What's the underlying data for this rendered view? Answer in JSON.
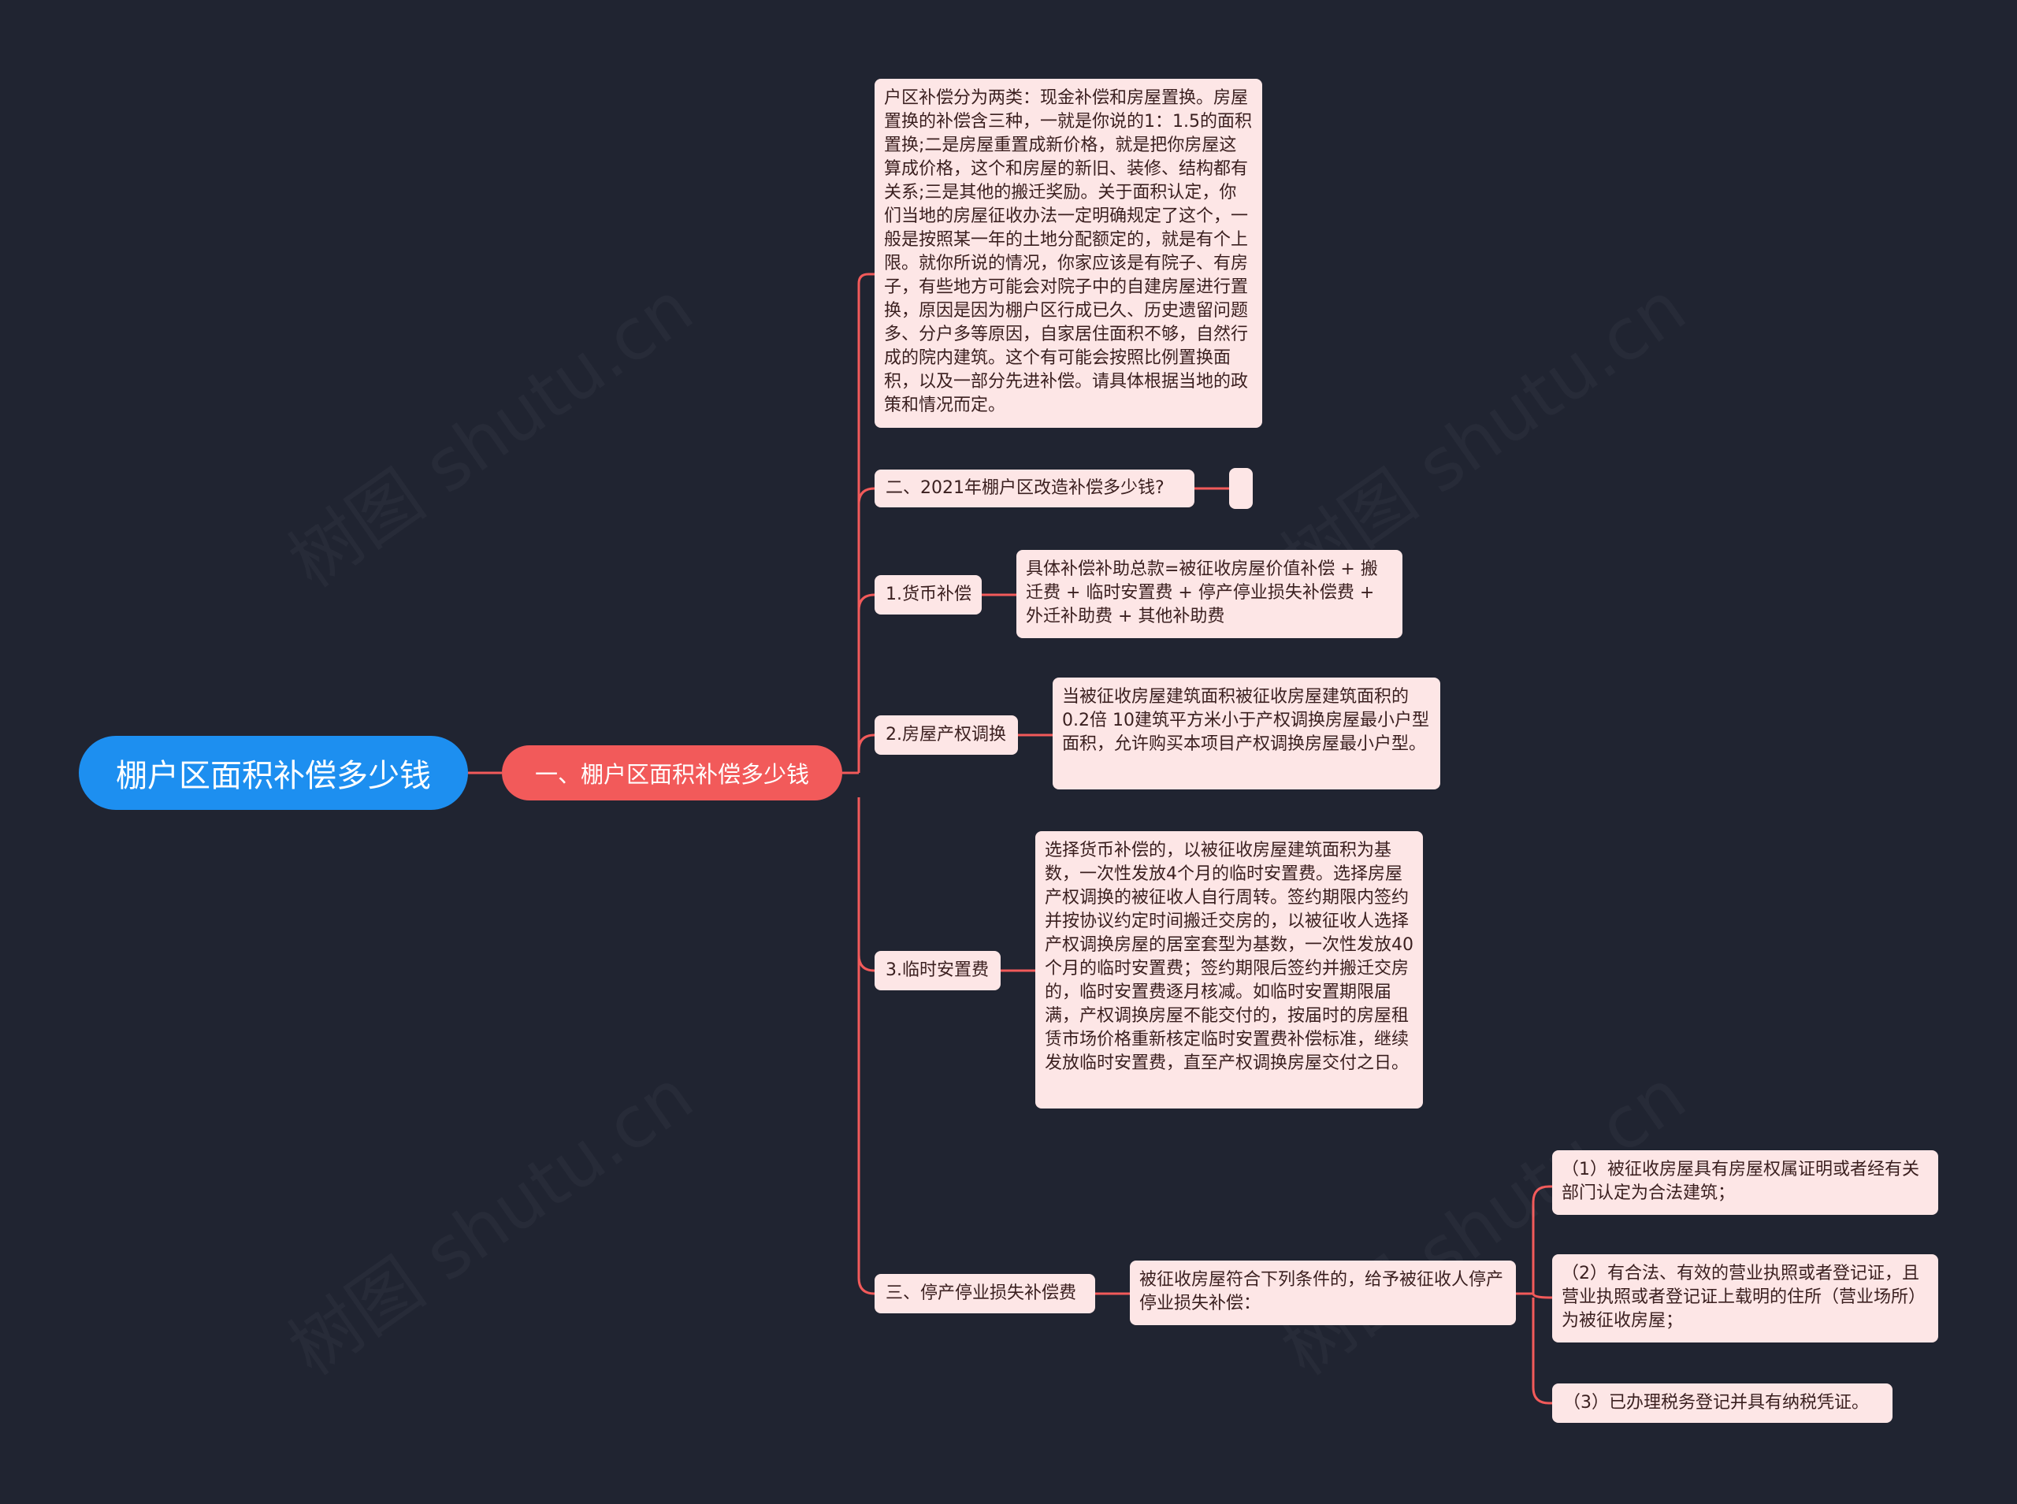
{
  "root": {
    "label": "棚户区面积补偿多少钱"
  },
  "branch": {
    "label": "一、棚户区面积补偿多少钱"
  },
  "nodes": {
    "intro": "户区补偿分为两类：现金补偿和房屋置换。房屋置换的补偿含三种，一就是你说的1：1.5的面积置换;二是房屋重置成新价格，就是把你房屋这算成价格，这个和房屋的新旧、装修、结构都有关系;三是其他的搬迁奖励。关于面积认定，你们当地的房屋征收办法一定明确规定了这个，一般是按照某一年的土地分配额定的，就是有个上限。就你所说的情况，你家应该是有院子、有房子，有些地方可能会对院子中的自建房屋进行置换，原因是因为棚户区行成已久、历史遗留问题多、分户多等原因，自家居住面积不够，自然行成的院内建筑。这个有可能会按照比例置换面积，以及一部分先进补偿。请具体根据当地的政策和情况而定。",
    "q2021": "二、2021年棚户区改造补偿多少钱?",
    "money": "1.货币补偿",
    "money_detail": "具体补偿补助总款=被征收房屋价值补偿 + 搬迁费 + 临时安置费 + 停产停业损失补偿费 + 外迁补助费 + 其他补助费",
    "property": "2.房屋产权调换",
    "property_detail": "当被征收房屋建筑面积被征收房屋建筑面积的0.2倍 10建筑平方米小于产权调换房屋最小户型面积，允许购买本项目产权调换房屋最小户型。",
    "temp": "3.临时安置费",
    "temp_detail": "选择货币补偿的，以被征收房屋建筑面积为基数，一次性发放4个月的临时安置费。选择房屋产权调换的被征收人自行周转。签约期限内签约并按协议约定时间搬迁交房的，以被征收人选择产权调换房屋的居室套型为基数，一次性发放40个月的临时安置费；签约期限后签约并搬迁交房的，临时安置费逐月核减。如临时安置期限届满，产权调换房屋不能交付的，按届时的房屋租赁市场价格重新核定临时安置费补偿标准，继续发放临时安置费，直至产权调换房屋交付之日。",
    "stop": "三、停产停业损失补偿费",
    "stop_detail": "被征收房屋符合下列条件的，给予被征收人停产停业损失补偿：",
    "cond1": "（1）被征收房屋具有房屋权属证明或者经有关部门认定为合法建筑；",
    "cond2": "（2）有合法、有效的营业执照或者登记证，且营业执照或者登记证上载明的住所（营业场所）为被征收房屋；",
    "cond3": "（3）已办理税务登记并具有纳税凭证。"
  },
  "watermark": "树图 shutu.cn",
  "colors": {
    "background": "#202431",
    "root": "#1d8ff0",
    "branch": "#f25a5a",
    "leaf": "#fde6e6",
    "line": "#f25a5a"
  }
}
